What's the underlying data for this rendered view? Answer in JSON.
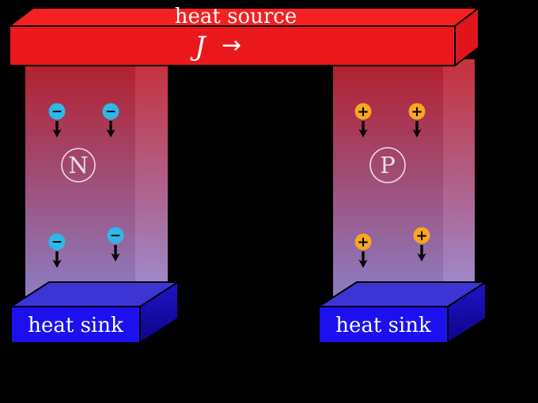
{
  "background_color": "#000000",
  "heat_source": {
    "label": "heat source",
    "current_symbol": "J",
    "current_arrow": "→",
    "color": "#eb181b"
  },
  "heat_sink_color": "#1c10ee",
  "heat_sinks": [
    {
      "label": "heat sink"
    },
    {
      "label": "heat sink"
    }
  ],
  "legs": [
    {
      "type_label": "N",
      "carrier": "electron",
      "carrier_symbol": "−",
      "carrier_color": "#2eb8e8"
    },
    {
      "type_label": "P",
      "carrier": "hole",
      "carrier_symbol": "+",
      "carrier_color": "#f9a621"
    }
  ],
  "leg_gradient": {
    "hot": "#b22130",
    "cold": "#8b80c8"
  },
  "label_color": "#eedce6",
  "text_color": "#ffffff"
}
